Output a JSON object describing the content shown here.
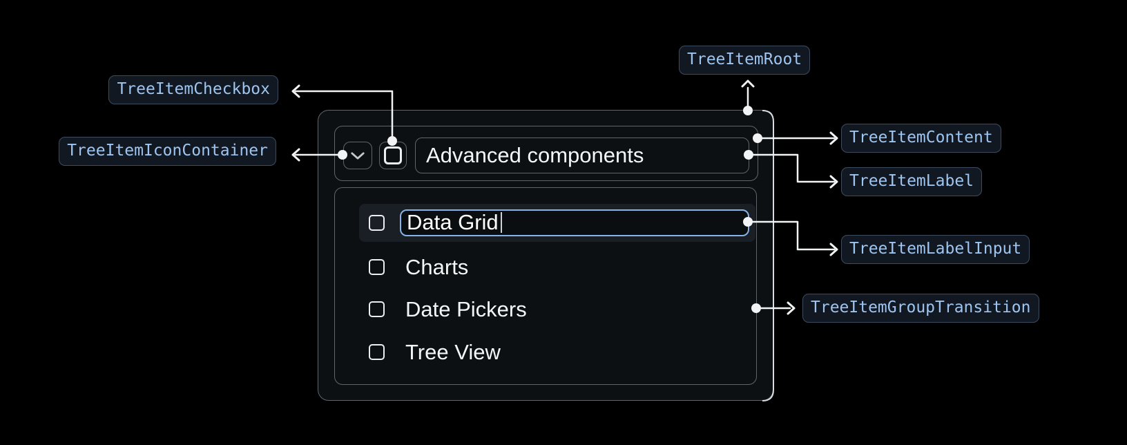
{
  "callouts": {
    "root": "TreeItemRoot",
    "checkbox": "TreeItemCheckbox",
    "icon_container": "TreeItemIconContainer",
    "content": "TreeItemContent",
    "label": "TreeItemLabel",
    "label_input": "TreeItemLabelInput",
    "group_transition": "TreeItemGroupTransition"
  },
  "tree": {
    "parent_item": {
      "label": "Advanced components",
      "expanded": true,
      "checked": false
    },
    "editing_item": {
      "input_value": "Data Grid",
      "checked": false
    },
    "child_items": [
      "Charts",
      "Date Pickers",
      "Tree View"
    ]
  },
  "colors": {
    "page_bg": "#000000",
    "surface_bg": "#0d1013",
    "box_border": "#61666b",
    "root_right_edge": "#d9dce0",
    "row_highlight_bg": "#1a1f26",
    "input_border": "#85b4e8",
    "input_bg": "#0b0e11",
    "chip_bg": "#121822",
    "chip_border": "#3d4d5f",
    "chip_text": "#9ec5f0",
    "connector": "#f1f3f4",
    "item_text": "#f4f6f7"
  }
}
